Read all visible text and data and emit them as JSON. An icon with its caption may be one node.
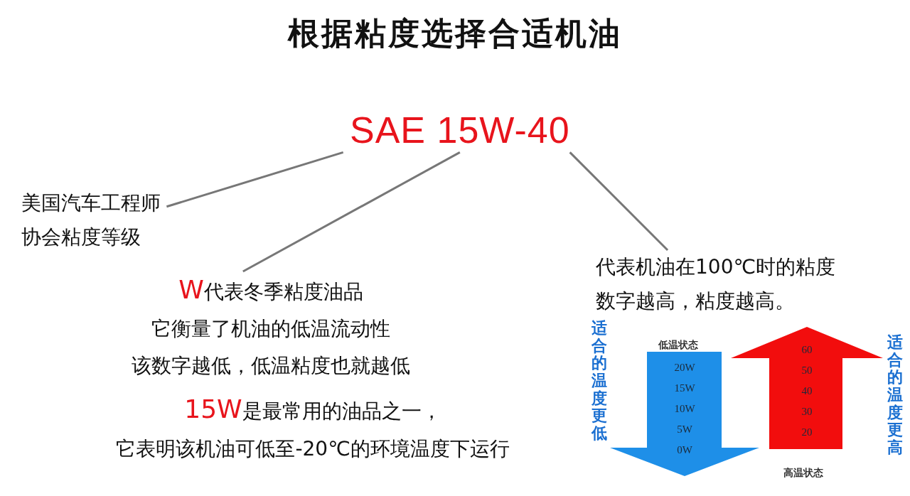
{
  "diagram": {
    "title": "根据粘度选择合适机油",
    "nodes": [
      {
        "text": [
          "SAE 15W-40"
        ]
      },
      {
        "text": [
          "美国汽车工程师协会粘度等级"
        ]
      },
      {
        "text": [
          "W代表冬季粘度油品",
          "它衡量了机油的低温流动性",
          "该数字越低，低温粘度也就越低"
        ]
      },
      {
        "text": [
          "代表机油在100℃时的粘度",
          "数字越高，粘度越高。"
        ]
      },
      {
        "text": [
          "20W",
          "15W",
          "10W",
          "5W",
          "0W"
        ],
        "beside": [
          "适合的温度更低",
          "低温状态"
        ]
      },
      {
        "text": [
          "60",
          "50",
          "40",
          "30",
          "20"
        ],
        "beside": [
          "适合的温度更高",
          "高温状态"
        ]
      }
    ],
    "edges": [
      {
        "from": 1,
        "to": 0,
        "arrow": "none"
      },
      {
        "from": 2,
        "to": 0,
        "arrow": "none"
      },
      {
        "from": 3,
        "to": 0,
        "arrow": "none"
      }
    ],
    "labels": [
      "15W是最常用的油品之一，",
      "它表明该机油可低至-20℃的环境温度下运行"
    ]
  }
}
